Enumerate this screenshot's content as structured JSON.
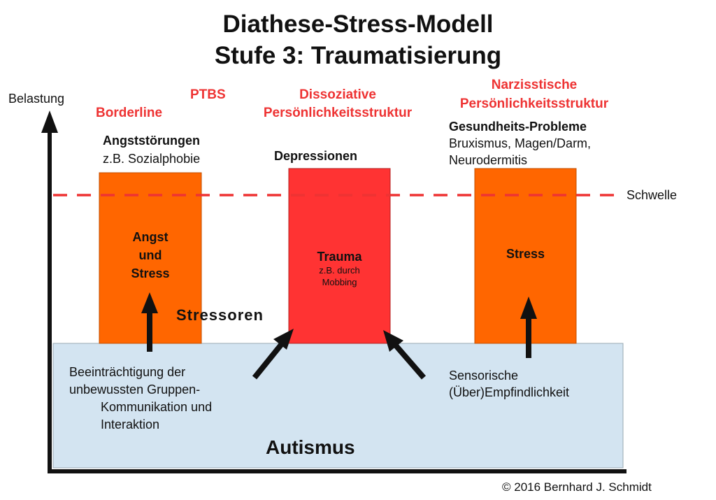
{
  "title": {
    "line1": "Diathese-Stress-Modell",
    "line2": "Stufe 3: Traumatisierung"
  },
  "axis": {
    "y_label": "Belastung"
  },
  "threshold": {
    "label": "Schwelle"
  },
  "disorders": {
    "borderline": "Borderline",
    "ptbs": "PTBS",
    "dissoziative_line1": "Dissoziative",
    "dissoziative_line2": "Persönlichkeitsstruktur",
    "narzisstische_line1": "Narzisstische",
    "narzisstische_line2": "Persönlichkeitsstruktur"
  },
  "outcomes": {
    "angst_title": "Angststörungen",
    "angst_example": "z.B. Sozialphobie",
    "depressionen": "Depressionen",
    "gesundheit_title": "Gesundheits-Probleme",
    "gesundheit_line2": "Bruxismus, Magen/Darm,",
    "gesundheit_line3": "Neurodermitis"
  },
  "bars": {
    "left_line1": "Angst",
    "left_line2": "und",
    "left_line3": "Stress",
    "middle_title": "Trauma",
    "middle_sub1": "z.B. durch",
    "middle_sub2": "Mobbing",
    "right": "Stress"
  },
  "stressoren": "Stressoren",
  "base": {
    "label": "Autismus",
    "left_line1": "Beeinträchtigung der",
    "left_line2": "unbewussten Gruppen-",
    "left_line3": "Kommunikation und",
    "left_line4": "Interaktion",
    "right_line1": "Sensorische",
    "right_line2": "(Über)Empfindlichkeit"
  },
  "copyright": "© 2016 Bernhard J. Schmidt",
  "colors": {
    "orange_bar": "#ff6600",
    "red_bar": "#ff3333",
    "base": "#d3e4f1",
    "threshold_line": "#ee3333",
    "disorder_text": "#ee3333"
  }
}
